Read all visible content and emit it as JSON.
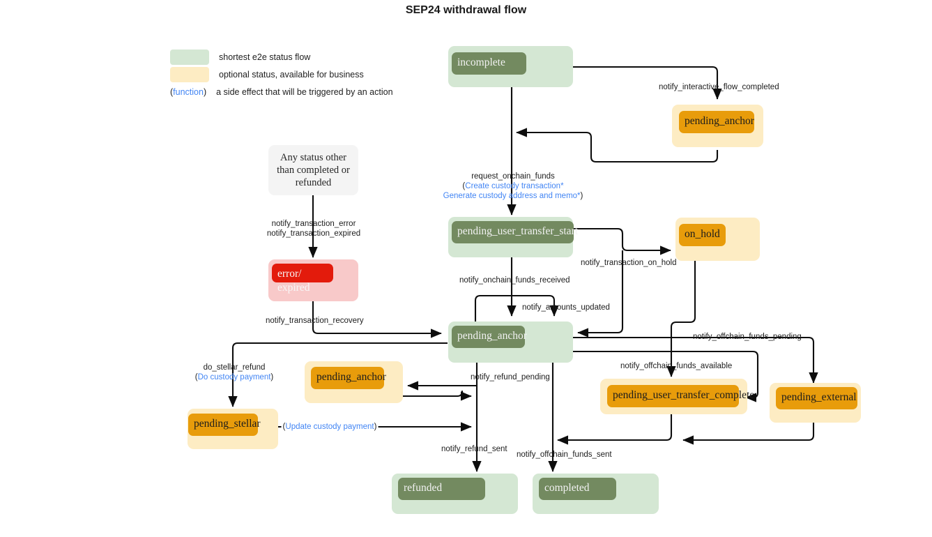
{
  "title": "SEP24 withdrawal flow",
  "colors": {
    "green_outer": "#d4e7d3",
    "green_inner": "#738a60",
    "yellow_outer": "#fdecc3",
    "yellow_inner": "#e89c0b",
    "red_outer": "#f8c9c9",
    "red_inner": "#e31b0c",
    "plain_box": "#f4f4f4",
    "function_text": "#4285f4",
    "edge": "#0d0d0d"
  },
  "legend": {
    "items": [
      {
        "swatch": "green",
        "text": "shortest e2e status flow"
      },
      {
        "swatch": "yellow",
        "text": "optional status, available for business"
      }
    ],
    "function_row": {
      "open_paren": "(",
      "keyword": "function",
      "close_paren": ")",
      "text": "a side effect that will be triggered by an action"
    }
  },
  "nodes": [
    {
      "id": "incomplete",
      "label": "incomplete",
      "kind": "green"
    },
    {
      "id": "pending_anchor_top",
      "label": "pending_anchor",
      "kind": "yellow"
    },
    {
      "id": "any_status",
      "label": "Any status other than completed or refunded",
      "kind": "plain"
    },
    {
      "id": "error_expired",
      "label": "error/ expired",
      "label_line1": "error/",
      "label_line2": "expired",
      "kind": "red"
    },
    {
      "id": "pending_user_transfer_start",
      "label": "pending_user_transfer_start",
      "kind": "green"
    },
    {
      "id": "on_hold",
      "label": "on_hold",
      "kind": "yellow"
    },
    {
      "id": "pending_anchor_center",
      "label": "pending_anchor",
      "kind": "green"
    },
    {
      "id": "pending_anchor_refund",
      "label": "pending_anchor",
      "kind": "yellow"
    },
    {
      "id": "pending_stellar",
      "label": "pending_stellar",
      "kind": "yellow"
    },
    {
      "id": "pending_user_transfer_complete",
      "label": "pending_user_transfer_complete",
      "kind": "yellow"
    },
    {
      "id": "pending_external",
      "label": "pending_external",
      "kind": "yellow"
    },
    {
      "id": "refunded",
      "label": "refunded",
      "kind": "green"
    },
    {
      "id": "completed",
      "label": "completed",
      "kind": "green"
    }
  ],
  "edge_labels": {
    "notify_interactive_flow_completed": "notify_interactive_flow_completed",
    "request_onchain_funds": "request_onchain_funds",
    "create_custody_transaction": "Create custody transaction*",
    "generate_custody_address": "Generate custody address and memo*",
    "notify_transaction_error": "notify_transaction_error",
    "notify_transaction_expired": "notify_transaction_expired",
    "notify_transaction_recovery": "notify_transaction_recovery",
    "notify_onchain_funds_received": "notify_onchain_funds_received",
    "notify_amounts_updated": "notify_amounts_updated",
    "notify_transaction_on_hold": "notify_transaction_on_hold",
    "notify_offchain_funds_pending": "notify_offchain_funds_pending",
    "notify_offchain_funds_available": "notify_offchain_funds_available",
    "notify_refund_pending": "notify_refund_pending",
    "do_stellar_refund": "do_stellar_refund",
    "do_custody_payment": "Do custody payment",
    "update_custody_payment": "Update custody payment",
    "notify_refund_sent": "notify_refund_sent",
    "notify_offchain_funds_sent": "notify_offchain_funds_sent"
  }
}
